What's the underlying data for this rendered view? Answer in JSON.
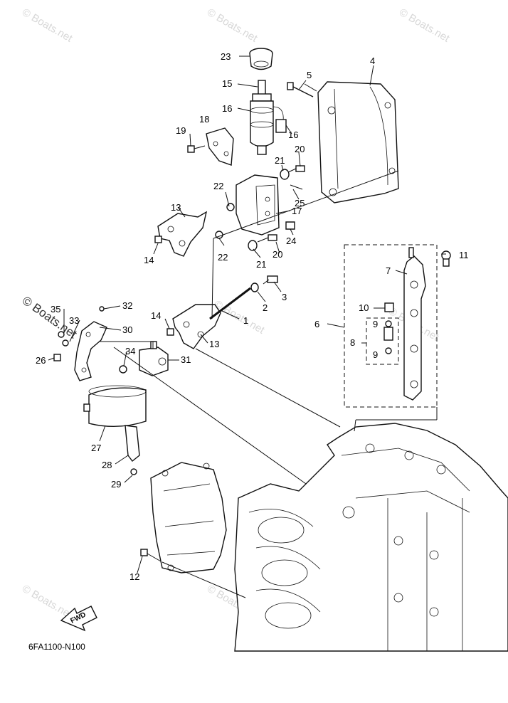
{
  "watermark": {
    "text": "© Boats.net",
    "text_dark": "© Boats.net"
  },
  "callouts": [
    "1",
    "2",
    "3",
    "4",
    "5",
    "6",
    "7",
    "8",
    "9",
    "10",
    "11",
    "12",
    "13",
    "14",
    "15",
    "16",
    "17",
    "18",
    "19",
    "20",
    "21",
    "22",
    "23",
    "24",
    "25",
    "26",
    "27",
    "28",
    "29",
    "30",
    "31",
    "32",
    "33",
    "34",
    "35"
  ],
  "diagram_code": "6FA1100-N100",
  "fwd_label": "FWD"
}
